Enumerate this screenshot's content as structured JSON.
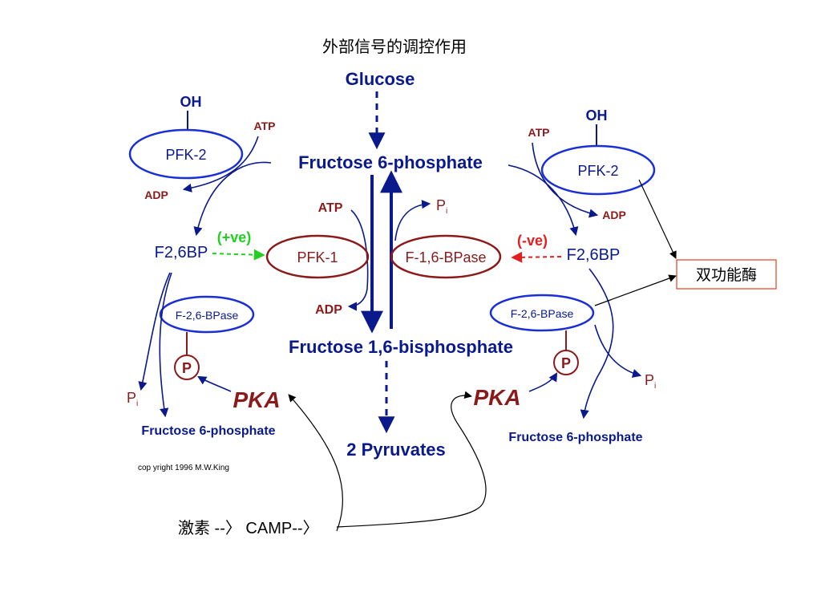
{
  "title": "外部信号的调控作用",
  "metabolites": {
    "glucose": "Glucose",
    "f6p_center": "Fructose 6-phosphate",
    "f16bp": "Fructose 1,6-bisphosphate",
    "pyruvates": "2 Pyruvates",
    "f6p_left": "Fructose 6-phosphate",
    "f6p_right": "Fructose 6-phosphate"
  },
  "cofactors": {
    "oh": "OH",
    "atp": "ATP",
    "adp": "ADP",
    "p": "P",
    "p_subscript": "i"
  },
  "enzymes": {
    "pfk2": "PFK-2",
    "pfk1": "PFK-1",
    "f16bpase": "F-1,6-BPase",
    "f26bpase": "F-2,6-BPase",
    "phospho": "P",
    "pka": "PKA"
  },
  "regulators": {
    "f26bp": "F2,6BP",
    "positive": "(+ve)",
    "negative": "(-ve)"
  },
  "annotation": {
    "bifunctional_enzyme": "双功能酶",
    "hormone": "激素 --〉 CAMP--〉"
  },
  "copyright": "cop yright  1996 M.W.King",
  "colors": {
    "pathway_blue": "#0a1a8c",
    "enzyme_maroon": "#8b1a1a",
    "positive_green": "#22d022",
    "negative_red": "#e02020",
    "annotation_black": "#000000",
    "box_border": "#e04020"
  }
}
